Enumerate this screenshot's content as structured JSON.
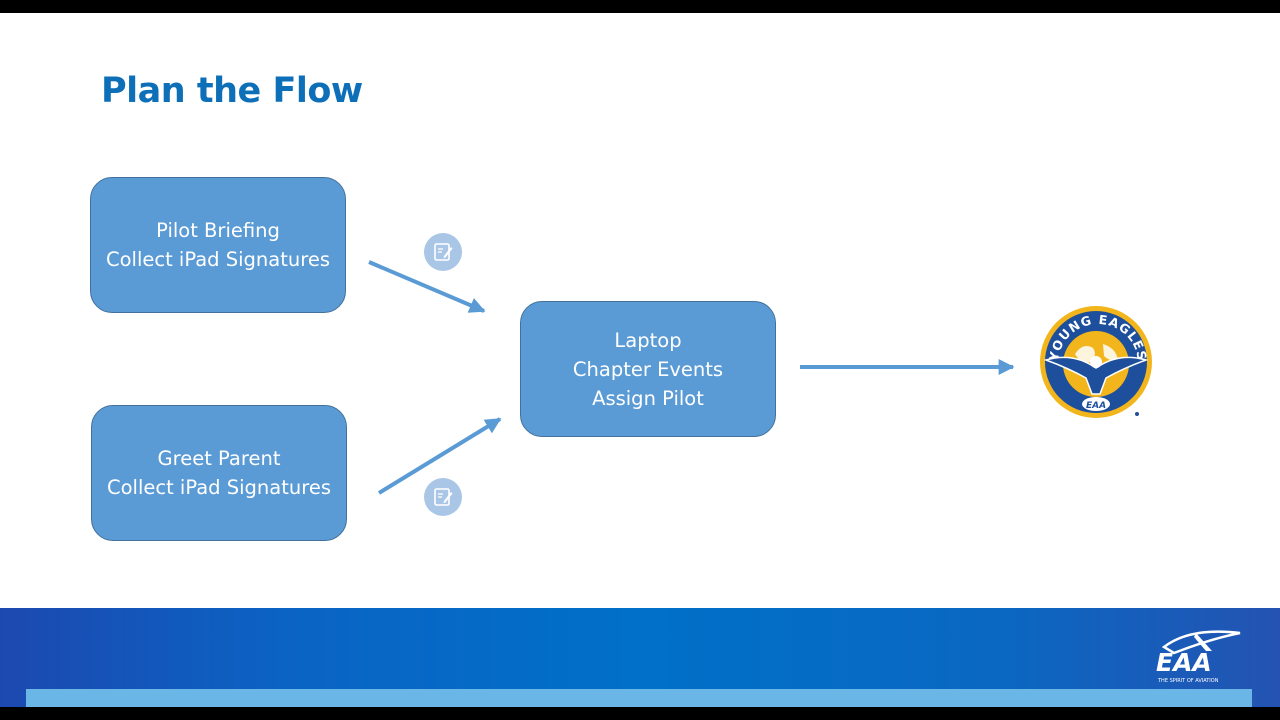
{
  "slide": {
    "title": "Plan the Flow"
  },
  "boxes": {
    "briefing": {
      "line1": "Pilot Briefing",
      "line2": "Collect iPad Signatures"
    },
    "greet": {
      "line1": "Greet Parent",
      "line2": "Collect iPad Signatures"
    },
    "laptop": {
      "line1": "Laptop",
      "line2": "Chapter Events",
      "line3": "Assign Pilot"
    }
  },
  "logos": {
    "young_eagles": {
      "ring_text": "YOUNG EAGLES",
      "center_text": "EAA"
    },
    "eaa": {
      "mark": "EAA",
      "tagline": "THE SPIRIT OF AVIATION"
    }
  },
  "icons": {
    "signature": "edit-document-icon"
  },
  "colors": {
    "box_fill": "#5b9bd5",
    "box_border": "#41719c",
    "arrow": "#5b9bd5",
    "title": "#0d6fb8",
    "footer": "#0070c8"
  }
}
